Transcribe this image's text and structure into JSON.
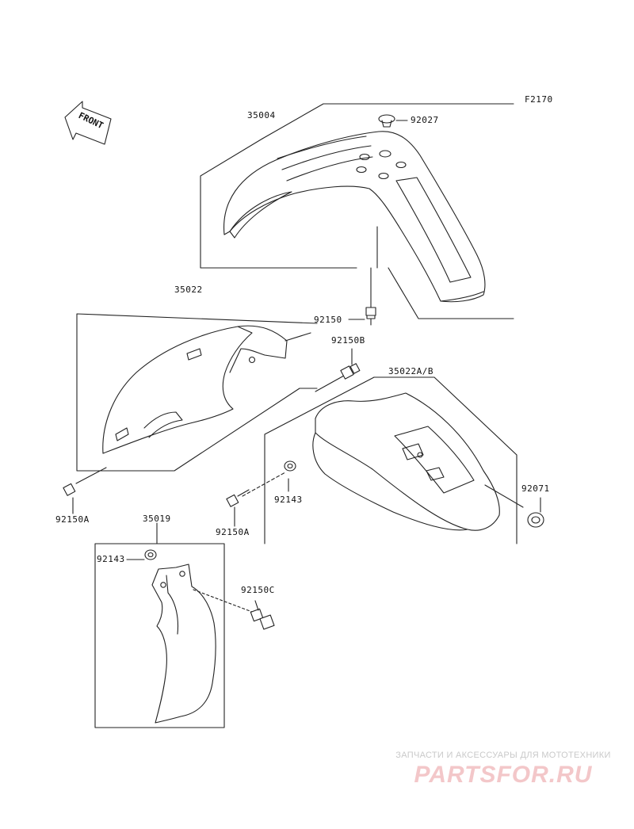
{
  "diagram_code": "F2170",
  "front_label": "FRONT",
  "callouts": {
    "p35004": "35004",
    "p92027": "92027",
    "p35022": "35022",
    "p92150": "92150",
    "p92150B": "92150B",
    "p35022AB": "35022A/B",
    "p92071": "92071",
    "p92143_mid": "92143",
    "p92150A_left": "92150A",
    "p92150A_mid": "92150A",
    "p35019": "35019",
    "p92143_low": "92143",
    "p92150C": "92150C"
  },
  "watermark": {
    "tagline": "ЗАПЧАСТИ И АКСЕССУАРЫ ДЛЯ МОТОТЕХНИКИ",
    "brand": "PARTSFOR.RU",
    "color": "#f3c7c9"
  }
}
